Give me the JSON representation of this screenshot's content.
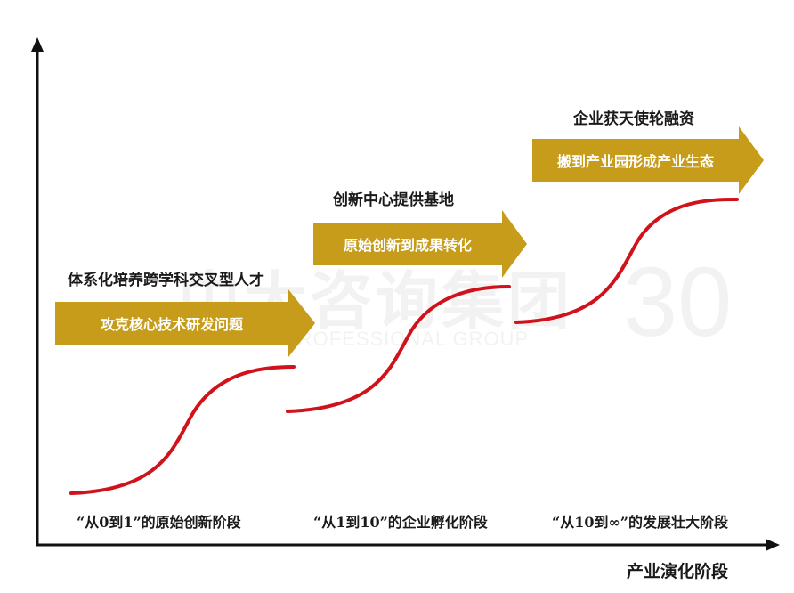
{
  "watermark": {
    "cn": "中大咨询集团",
    "en": "MENT PROFESSIONAL GROUP",
    "num": "30"
  },
  "axis": {
    "x_title": "产业演化阶段"
  },
  "stages": [
    {
      "top_label": "体系化培养跨学科交叉型人才",
      "arrow_text": "攻克核心技术研发问题",
      "bottom_label": "“从0到1”的原始创新阶段"
    },
    {
      "top_label": "创新中心提供基地",
      "arrow_text": "原始创新到成果转化",
      "bottom_label": "“从1到10”的企业孵化阶段"
    },
    {
      "top_label": "企业获天使轮融资",
      "arrow_text": "搬到产业园形成产业生态",
      "bottom_label": "“从10到∞”的发展壮大阶段"
    }
  ],
  "colors": {
    "arrow_fill": "#c69c1a",
    "curve": "#d0121b",
    "axis": "#111111"
  }
}
